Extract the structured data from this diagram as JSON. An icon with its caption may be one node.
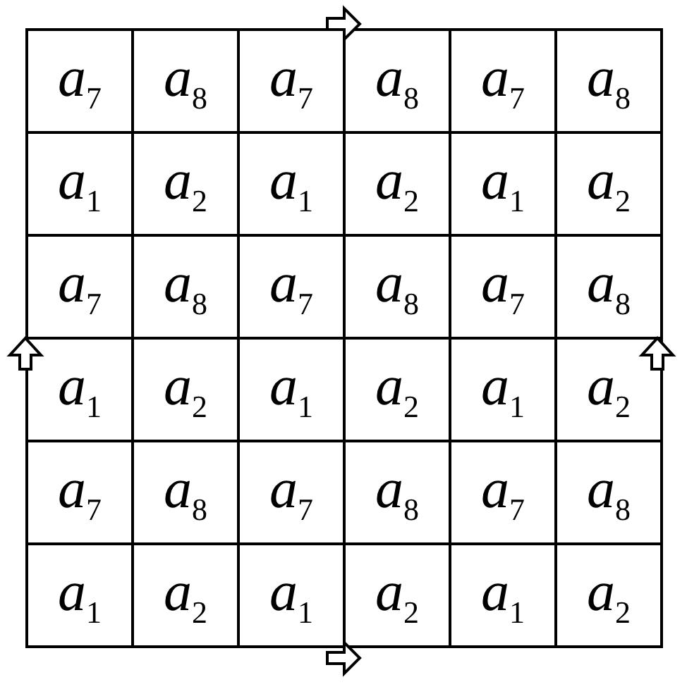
{
  "diagram": {
    "labels": [
      "a$_{7}$",
      "a$_{8}$",
      "a$_{7}$",
      "a$_{8}$",
      "a$_{7}$",
      "a$_{8}$",
      "a$_{1}$",
      "a$_{2}$",
      "a$_{1}$",
      "a$_{2}$",
      "a$_{1}$",
      "a$_{2}$",
      "a$_{7}$",
      "a$_{8}$",
      "a$_{7}$",
      "a$_{8}$",
      "a$_{7}$",
      "a$_{8}$",
      "a$_{1}$",
      "a$_{2}$",
      "a$_{1}$",
      "a$_{2}$",
      "a$_{1}$",
      "a$_{2}$",
      "a$_{7}$",
      "a$_{8}$",
      "a$_{7}$",
      "a$_{8}$",
      "a$_{7}$",
      "a$_{8}$",
      "a$_{1}$",
      "a$_{2}$",
      "a$_{1}$",
      "a$_{2}$",
      "a$_{1}$",
      "a$_{2}$"
    ]
  }
}
